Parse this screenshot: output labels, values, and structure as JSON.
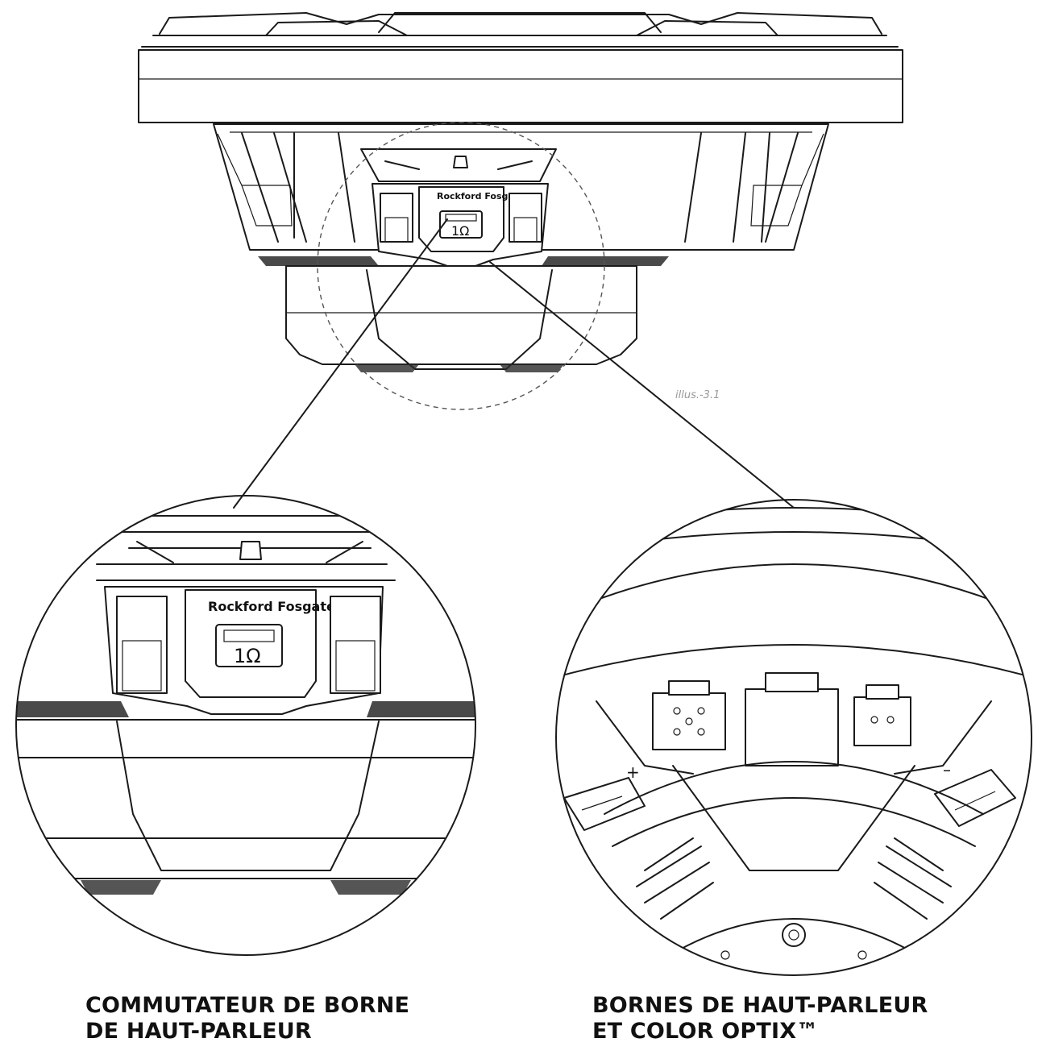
{
  "illustration_id": "illus.-3.1",
  "speaker_top": {
    "badge_text": "1Ω",
    "brand": "Rockford Fosgate"
  },
  "detail_left": {
    "badge_text": "1Ω",
    "brand": "Rockford Fosgate",
    "label_line1": "COMMUTATEUR DE BORNE",
    "label_line2": "DE HAUT-PARLEUR"
  },
  "detail_right": {
    "plus_sign": "+",
    "minus_sign": "–",
    "label_line1": "BORNES DE HAUT-PARLEUR",
    "label_line2": "ET COLOR OPTIX™"
  },
  "colors": {
    "line": "#1a1a1a",
    "caption": "#9a9a9a",
    "background": "#ffffff"
  },
  "icons": [
    "speaker-diagram",
    "impedance-switch-icon",
    "terminal-connector-icon"
  ]
}
